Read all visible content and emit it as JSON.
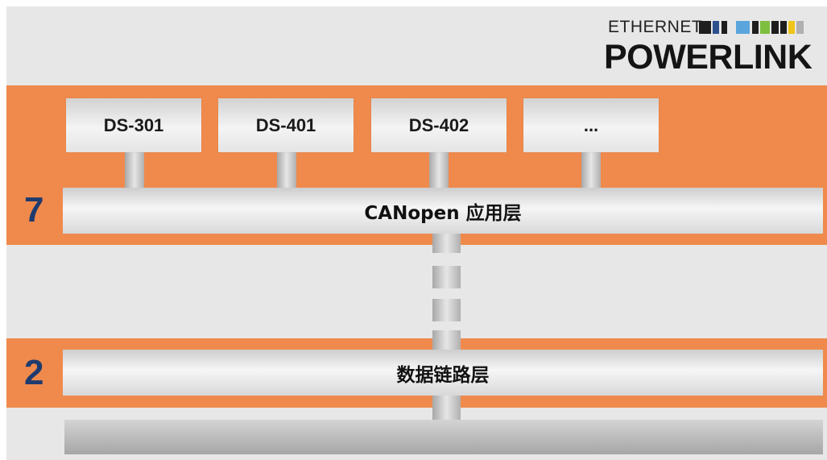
{
  "logo": {
    "top_text": "ETHERNET",
    "main_text": "POWERLINK",
    "blocks": [
      {
        "color": "#1e1e1e"
      },
      {
        "color": "#2e4f8e"
      },
      {
        "color": "#ffffff"
      },
      {
        "color": "#5aa6dc"
      },
      {
        "color": "#1e1e1e"
      },
      {
        "color": "#7fbf3f"
      },
      {
        "color": "#1e1e1e"
      },
      {
        "color": "#1e1e1e"
      },
      {
        "color": "#f0c419"
      },
      {
        "color": "#b0b0b0"
      }
    ]
  },
  "profiles": [
    {
      "label": "DS-301"
    },
    {
      "label": "DS-401"
    },
    {
      "label": "DS-402"
    },
    {
      "label": "..."
    }
  ],
  "layers": {
    "application": {
      "number": "7",
      "label": "CANopen 应用层"
    },
    "data_link": {
      "number": "2",
      "label": "数据链路层"
    }
  },
  "colors": {
    "band": "#ef8a4c",
    "panel": "#e7e7e7",
    "layer_number": "#1f3b6e"
  }
}
